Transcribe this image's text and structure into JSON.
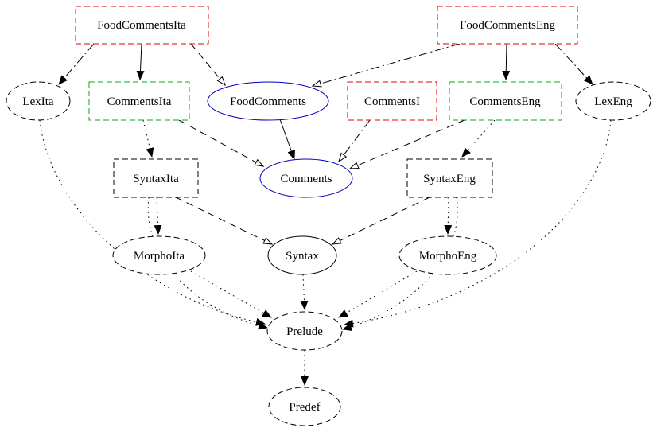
{
  "diagram": {
    "type": "module-dependency-graph",
    "background": "#ffffff",
    "edge_color": "#000000"
  },
  "colors": {
    "red": "#e60000",
    "green": "#00b200",
    "blue": "#0000c0",
    "black": "#000000"
  },
  "nodes": {
    "FoodCommentsIta": {
      "label": "FoodCommentsIta",
      "shape": "rect",
      "border": "dashed",
      "color": "#e60000"
    },
    "FoodCommentsEng": {
      "label": "FoodCommentsEng",
      "shape": "rect",
      "border": "dashed",
      "color": "#e60000"
    },
    "LexIta": {
      "label": "LexIta",
      "shape": "ellipse",
      "border": "dashed",
      "color": "#000000"
    },
    "CommentsIta": {
      "label": "CommentsIta",
      "shape": "rect",
      "border": "dashed",
      "color": "#00b200"
    },
    "FoodComments": {
      "label": "FoodComments",
      "shape": "ellipse",
      "border": "solid",
      "color": "#0000c0"
    },
    "CommentsI": {
      "label": "CommentsI",
      "shape": "rect",
      "border": "dashed",
      "color": "#e60000"
    },
    "CommentsEng": {
      "label": "CommentsEng",
      "shape": "rect",
      "border": "dashed",
      "color": "#00b200"
    },
    "LexEng": {
      "label": "LexEng",
      "shape": "ellipse",
      "border": "dashed",
      "color": "#000000"
    },
    "SyntaxIta": {
      "label": "SyntaxIta",
      "shape": "rect",
      "border": "dashed",
      "color": "#000000"
    },
    "Comments": {
      "label": "Comments",
      "shape": "ellipse",
      "border": "solid",
      "color": "#0000c0"
    },
    "SyntaxEng": {
      "label": "SyntaxEng",
      "shape": "rect",
      "border": "dashed",
      "color": "#000000"
    },
    "MorphoIta": {
      "label": "MorphoIta",
      "shape": "ellipse",
      "border": "dashed",
      "color": "#000000"
    },
    "Syntax": {
      "label": "Syntax",
      "shape": "ellipse",
      "border": "solid",
      "color": "#000000"
    },
    "MorphoEng": {
      "label": "MorphoEng",
      "shape": "ellipse",
      "border": "dashed",
      "color": "#000000"
    },
    "Prelude": {
      "label": "Prelude",
      "shape": "ellipse",
      "border": "dashed",
      "color": "#000000"
    },
    "Predef": {
      "label": "Predef",
      "shape": "ellipse",
      "border": "dashed",
      "color": "#000000"
    }
  },
  "edges": [
    {
      "from": "FoodCommentsIta",
      "to": "CommentsIta",
      "style": "solid",
      "arrow": "filled"
    },
    {
      "from": "FoodCommentsIta",
      "to": "FoodComments",
      "style": "dashed",
      "arrow": "open"
    },
    {
      "from": "FoodCommentsIta",
      "to": "LexIta",
      "style": "dashdot",
      "arrow": "filled"
    },
    {
      "from": "FoodCommentsEng",
      "to": "CommentsEng",
      "style": "solid",
      "arrow": "filled"
    },
    {
      "from": "FoodCommentsEng",
      "to": "FoodComments",
      "style": "dashdot",
      "arrow": "open"
    },
    {
      "from": "FoodCommentsEng",
      "to": "LexEng",
      "style": "dashdot",
      "arrow": "filled"
    },
    {
      "from": "FoodComments",
      "to": "Comments",
      "style": "solid",
      "arrow": "filled"
    },
    {
      "from": "CommentsIta",
      "to": "Comments",
      "style": "dashed",
      "arrow": "open"
    },
    {
      "from": "CommentsI",
      "to": "Comments",
      "style": "dashdot",
      "arrow": "open"
    },
    {
      "from": "CommentsEng",
      "to": "Comments",
      "style": "dashed",
      "arrow": "open"
    },
    {
      "from": "CommentsIta",
      "to": "SyntaxIta",
      "style": "dotted",
      "arrow": "filled"
    },
    {
      "from": "CommentsEng",
      "to": "SyntaxEng",
      "style": "dotted",
      "arrow": "filled"
    },
    {
      "from": "SyntaxIta",
      "to": "Syntax",
      "style": "dashed",
      "arrow": "open"
    },
    {
      "from": "SyntaxEng",
      "to": "Syntax",
      "style": "dashed",
      "arrow": "open"
    },
    {
      "from": "SyntaxIta",
      "to": "MorphoIta",
      "style": "dotted",
      "arrow": "filled"
    },
    {
      "from": "SyntaxEng",
      "to": "MorphoEng",
      "style": "dotted",
      "arrow": "filled"
    },
    {
      "from": "LexIta",
      "to": "Prelude",
      "style": "dotted",
      "arrow": "filled"
    },
    {
      "from": "LexEng",
      "to": "Prelude",
      "style": "dotted",
      "arrow": "filled"
    },
    {
      "from": "SyntaxIta",
      "to": "Prelude",
      "style": "dotted",
      "arrow": "filled"
    },
    {
      "from": "SyntaxEng",
      "to": "Prelude",
      "style": "dotted",
      "arrow": "filled"
    },
    {
      "from": "MorphoIta",
      "to": "Prelude",
      "style": "dotted",
      "arrow": "filled"
    },
    {
      "from": "MorphoEng",
      "to": "Prelude",
      "style": "dotted",
      "arrow": "filled"
    },
    {
      "from": "Syntax",
      "to": "Prelude",
      "style": "dotted",
      "arrow": "filled"
    },
    {
      "from": "Prelude",
      "to": "Predef",
      "style": "dotted",
      "arrow": "filled"
    }
  ]
}
